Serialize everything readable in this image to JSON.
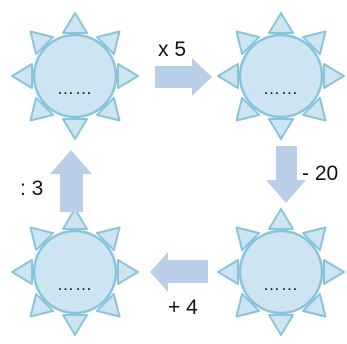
{
  "colors": {
    "sun_fill": "#cfe4f1",
    "sun_stroke": "#88c4da",
    "arrow_fill": "#b9cfe8",
    "text": "#111111"
  },
  "suns": [
    {
      "id": "top-left",
      "label": "……"
    },
    {
      "id": "top-right",
      "label": "……"
    },
    {
      "id": "bottom-left",
      "label": "……"
    },
    {
      "id": "bottom-right",
      "label": "……"
    }
  ],
  "operations": {
    "top": "x 5",
    "right": "- 20",
    "bottom": "+ 4",
    "left": ": 3"
  }
}
